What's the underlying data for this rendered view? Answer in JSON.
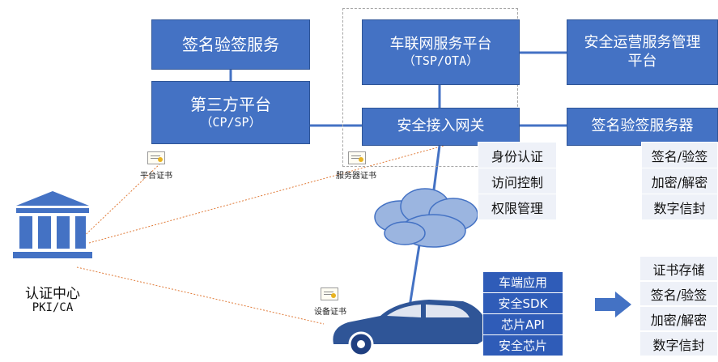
{
  "boxes": {
    "sign_service": "签名验签服务",
    "third_party_title": "第三方平台",
    "third_party_sub": "（CP/SP）",
    "tsp_title": "车联网服务平台",
    "tsp_sub": "（TSP/OTA）",
    "sec_ops_line1": "安全运营服务管理",
    "sec_ops_line2": "平台",
    "gateway": "安全接入网关",
    "sign_server": "签名验签服务器"
  },
  "gateway_features": [
    "身份认证",
    "访问控制",
    "权限管理"
  ],
  "server_features": [
    "签名/验签",
    "加密/解密",
    "数字信封"
  ],
  "vehicle_stack": [
    "车端应用",
    "安全SDK",
    "芯片API",
    "安全芯片"
  ],
  "vehicle_features": [
    "证书存储",
    "签名/验签",
    "加密/解密",
    "数字信封"
  ],
  "certs": {
    "platform": "平台证书",
    "server": "服务器证书",
    "device": "设备证书"
  },
  "ca": {
    "title": "认证中心",
    "sub": "PKI/CA"
  },
  "colors": {
    "box_fill": "#4472c4",
    "feature_fill": "#eef1f8",
    "cert_line": "#e07b39"
  }
}
